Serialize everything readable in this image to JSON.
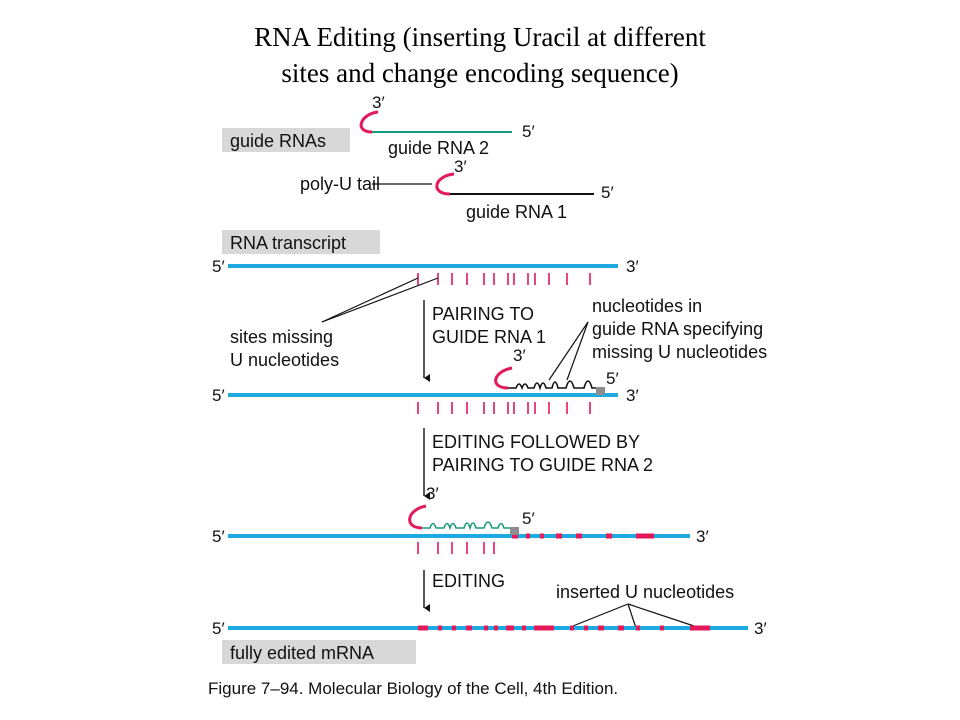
{
  "title": {
    "line1": "RNA Editing (inserting Uracil at different",
    "line2": "sites and change encoding sequence)"
  },
  "labels": {
    "guide_rnas": "guide RNAs",
    "guide_rna_2": "guide RNA 2",
    "guide_rna_1": "guide RNA 1",
    "poly_u_tail": "poly-U tail",
    "rna_transcript": "RNA transcript",
    "sites_missing_1": "sites missing",
    "sites_missing_2": "U nucleotides",
    "pairing_1": "PAIRING TO",
    "pairing_2": "GUIDE RNA 1",
    "nucleotides_1": "nucleotides in",
    "nucleotides_2": "guide RNA specifying",
    "nucleotides_3": "missing U nucleotides",
    "editing_followed_1": "EDITING FOLLOWED BY",
    "editing_followed_2": "PAIRING TO GUIDE RNA 2",
    "editing": "EDITING",
    "inserted_u": "inserted U nucleotides",
    "fully_edited": "fully edited mRNA",
    "five_prime": "5′",
    "three_prime": "3′"
  },
  "caption": "Figure 7–94. Molecular Biology of the Cell, 4th Edition.",
  "colors": {
    "mrna": "#1fa9e1",
    "guide_tail": "#e3195a",
    "guide_rna_2": "#1a9a7c",
    "guide_rna_1": "#111111",
    "site_mark": "#e3195a",
    "label_box": "#d8d8d8"
  }
}
